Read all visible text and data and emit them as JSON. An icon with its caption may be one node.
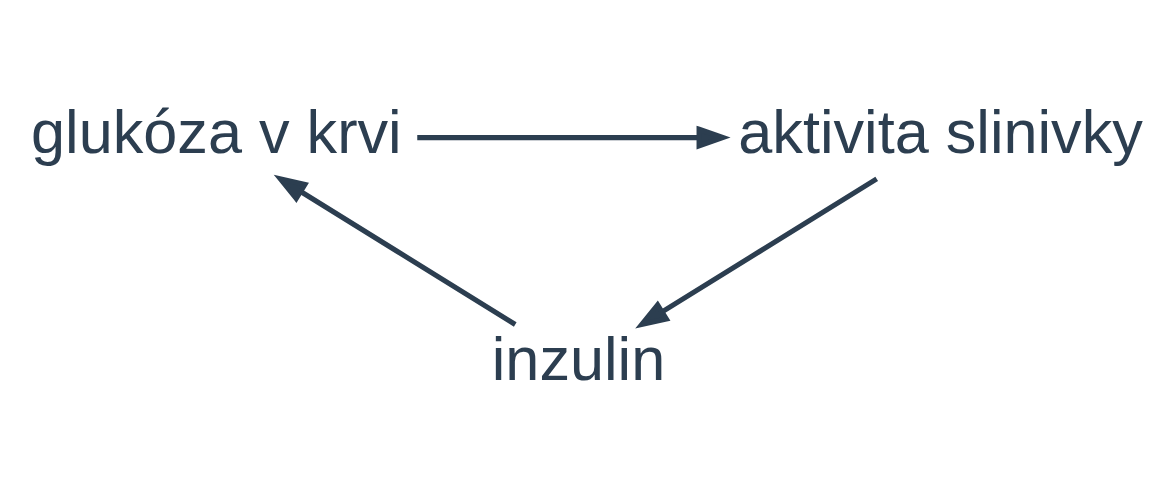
{
  "diagram": {
    "nodes": [
      {
        "text": [
          "glukóza v krvi"
        ]
      },
      {
        "text": [
          "aktivita slinivky"
        ]
      },
      {
        "text": [
          "inzulin"
        ]
      }
    ],
    "edges": [
      {
        "from": 0,
        "to": 1,
        "arrow": "to"
      },
      {
        "from": 1,
        "to": 2,
        "arrow": "to"
      },
      {
        "from": 2,
        "to": 0,
        "arrow": "to"
      }
    ]
  }
}
